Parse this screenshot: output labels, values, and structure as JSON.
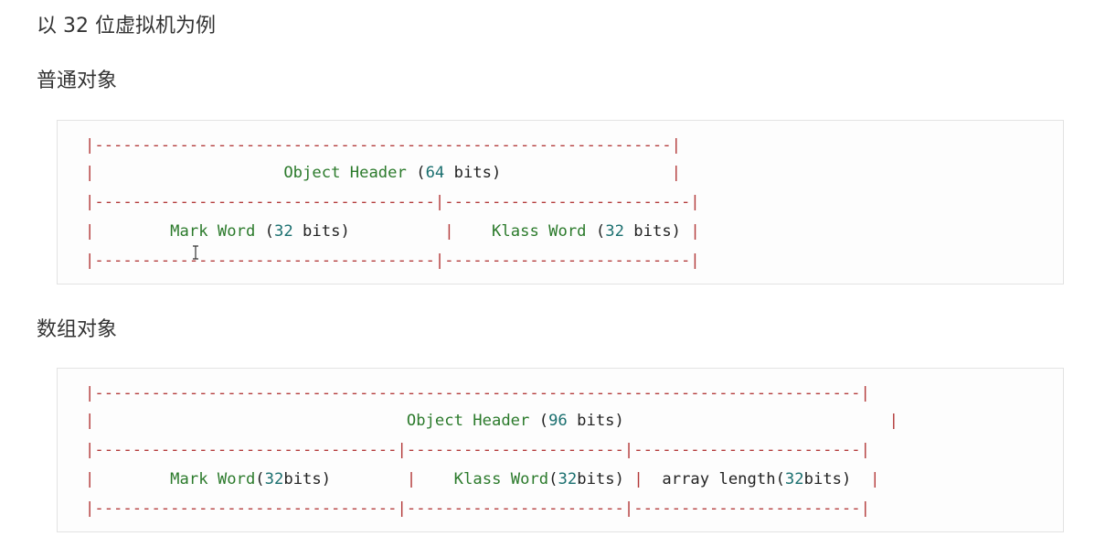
{
  "headings": {
    "intro": "以 32 位虚拟机为例",
    "normal_object": "普通对象",
    "array_object": "数组对象"
  },
  "normal_block": {
    "line1": {
      "pipe_l": "|",
      "dashes": "-------------------------------------------------------------",
      "pipe_r": "|"
    },
    "line2": {
      "pipe_l": "|",
      "pad_a": "                    ",
      "kw": "Object Header",
      "sp": " ",
      "paren_open": "(",
      "num": "64",
      "plain": " bits)",
      "pad_b": "                  ",
      "pipe_r": "|"
    },
    "line3": {
      "pipe_l": "|",
      "dashes_a": "------------------------------------",
      "pipe_m": "|",
      "dashes_b": "--------------------------",
      "pipe_r": "|"
    },
    "line4": {
      "pipe_l": "|",
      "pad_a": "        ",
      "kw1": "Mark Word",
      "sp1": " (",
      "num1": "32",
      "plain1": " bits)",
      "pad_b": "          ",
      "pipe_m": "|",
      "pad_c": "    ",
      "kw2": "Klass Word",
      "sp2": " (",
      "num2": "32",
      "plain2": " bits)",
      "pad_d": " ",
      "pipe_r": "|"
    },
    "line5": {
      "pipe_l": "|",
      "dashes_a": "------------------------------------",
      "pipe_m": "|",
      "dashes_b": "--------------------------",
      "pipe_r": "|"
    }
  },
  "array_block": {
    "line1": {
      "pipe_l": "|",
      "dashes": "---------------------------------------------------------------------------------",
      "pipe_r": "|"
    },
    "line2": {
      "pipe_l": "|",
      "pad_a": "                                 ",
      "kw": "Object Header",
      "sp": " (",
      "num": "96",
      "plain": " bits)",
      "pad_b": "                            ",
      "pipe_r": "|"
    },
    "line3": {
      "pipe_l": "|",
      "dashes_a": "--------------------------------",
      "pipe_m1": "|",
      "dashes_b": "-----------------------",
      "pipe_m2": "|",
      "dashes_c": "------------------------",
      "pipe_r": "|"
    },
    "line4": {
      "pipe_l": "|",
      "pad_a": "        ",
      "kw1": "Mark Word",
      "p1": "(",
      "num1": "32",
      "plain1": "bits)",
      "pad_b": "        ",
      "pipe_m1": "|",
      "pad_c": "    ",
      "kw2": "Klass Word",
      "p2": "(",
      "num2": "32",
      "plain2": "bits)",
      "pad_d": " ",
      "pipe_m2": "|",
      "pad_e": "  ",
      "plain3a": "array length(",
      "num3": "32",
      "plain3b": "bits)",
      "pad_f": "  ",
      "pipe_r": "|"
    },
    "line5": {
      "pipe_l": "|",
      "dashes_a": "--------------------------------",
      "pipe_m1": "|",
      "dashes_b": "-----------------------",
      "pipe_m2": "|",
      "dashes_c": "------------------------",
      "pipe_r": "|"
    }
  },
  "colors": {
    "border_pipe": "#b33a3a",
    "keyword": "#2b7a2b",
    "number": "#1a6f6f",
    "text": "#222222"
  }
}
